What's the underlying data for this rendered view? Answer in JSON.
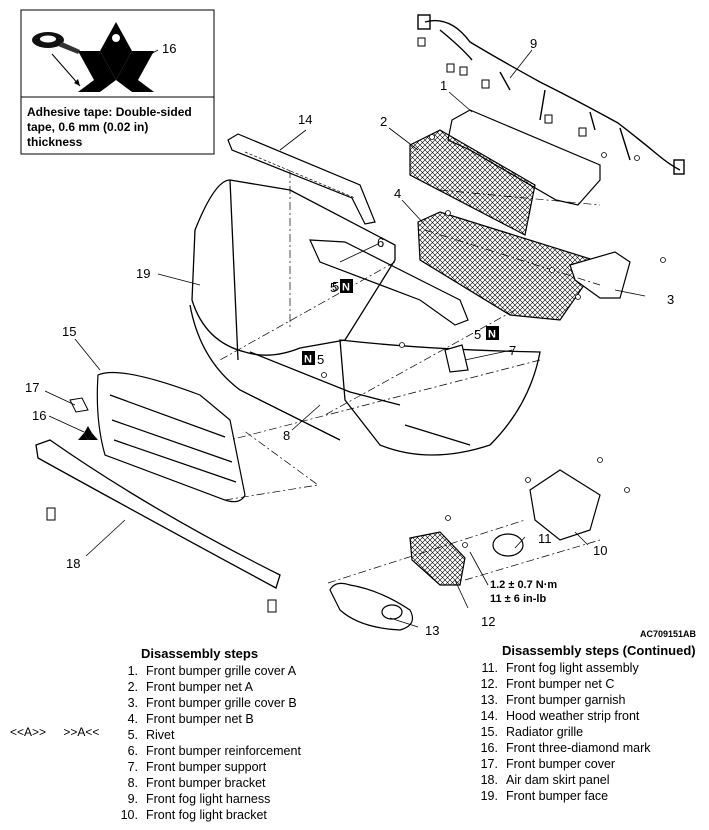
{
  "note": {
    "text": "Adhesive tape: Double-sided tape, 0.6 mm (0.02 in) thickness",
    "callout": "16"
  },
  "callouts": [
    "1",
    "2",
    "3",
    "4",
    "5",
    "6",
    "7",
    "8",
    "9",
    "10",
    "11",
    "12",
    "13",
    "14",
    "15",
    "16",
    "17",
    "18",
    "19"
  ],
  "rivet_labels": [
    "5",
    "5",
    "5"
  ],
  "n_mark": "N",
  "torque": {
    "line1": "1.2 ± 0.7 N·m",
    "line2": "11 ± 6 in-lb"
  },
  "figure_id": "AC709151AB",
  "tags": {
    "a": "<<A>>",
    "b": ">>A<<"
  },
  "steps_left": {
    "header": "Disassembly steps",
    "items": [
      {
        "num": "1.",
        "text": "Front bumper grille cover A"
      },
      {
        "num": "2.",
        "text": "Front bumper net A"
      },
      {
        "num": "3.",
        "text": "Front bumper grille cover B"
      },
      {
        "num": "4.",
        "text": "Front bumper net B"
      },
      {
        "num": "5.",
        "text": "Rivet"
      },
      {
        "num": "6.",
        "text": "Front bumper reinforcement"
      },
      {
        "num": "7.",
        "text": "Front bumper support"
      },
      {
        "num": "8.",
        "text": "Front bumper bracket"
      },
      {
        "num": "9.",
        "text": "Front fog light harness"
      },
      {
        "num": "10.",
        "text": "Front fog light bracket"
      }
    ]
  },
  "steps_right": {
    "header": "Disassembly steps (Continued)",
    "items": [
      {
        "num": "11.",
        "text": "Front fog light assembly"
      },
      {
        "num": "12.",
        "text": "Front bumper net C"
      },
      {
        "num": "13.",
        "text": "Front bumper garnish"
      },
      {
        "num": "14.",
        "text": "Hood weather strip front"
      },
      {
        "num": "15.",
        "text": "Radiator grille"
      },
      {
        "num": "16.",
        "text": "Front three-diamond mark"
      },
      {
        "num": "17.",
        "text": "Front bumper cover"
      },
      {
        "num": "18.",
        "text": "Air dam skirt panel"
      },
      {
        "num": "19.",
        "text": "Front bumper face"
      }
    ]
  }
}
